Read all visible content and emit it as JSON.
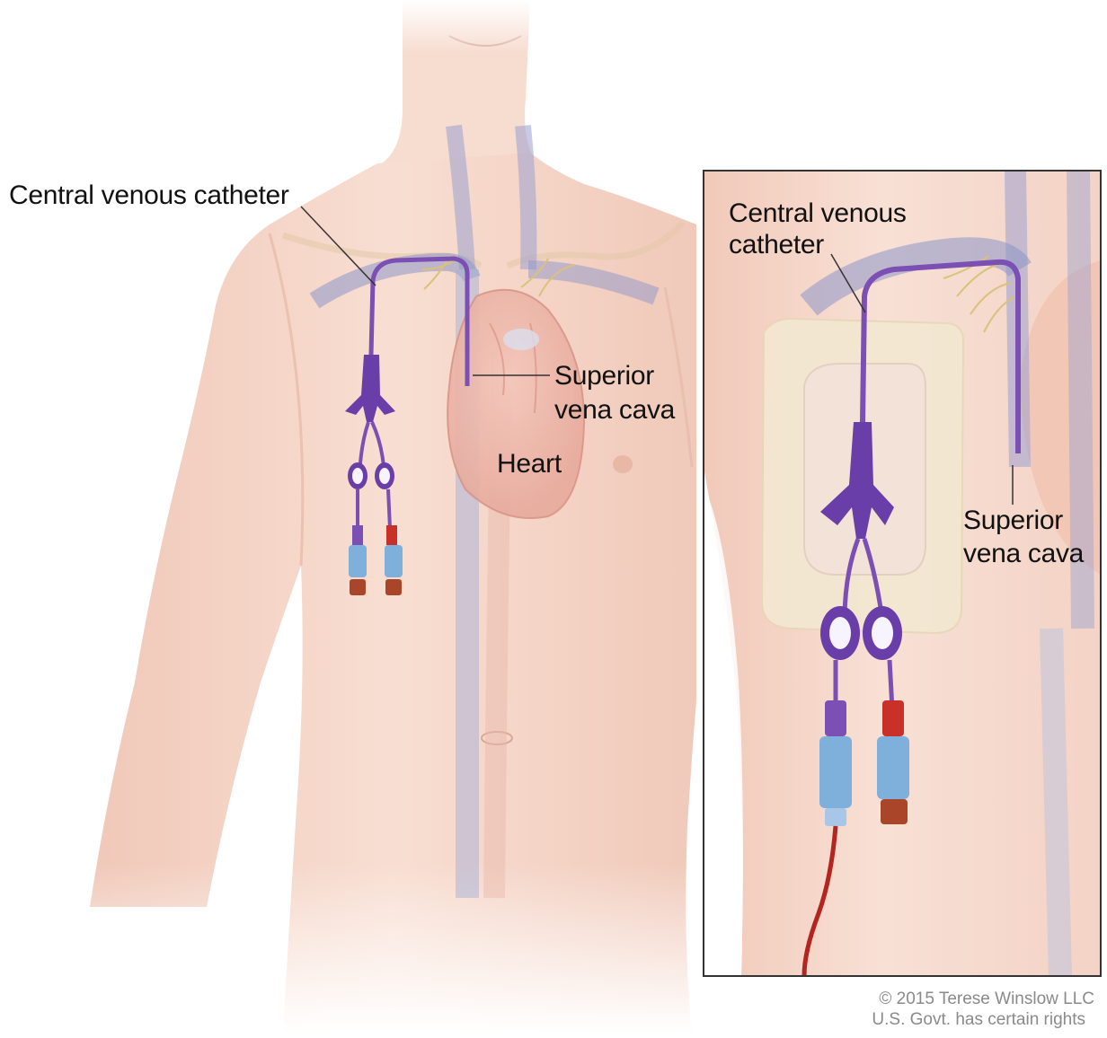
{
  "main_labels": {
    "catheter": "Central venous catheter",
    "svc_line1": "Superior",
    "svc_line2": "vena cava",
    "heart": "Heart"
  },
  "inset_labels": {
    "catheter_line1": "Central venous",
    "catheter_line2": "catheter",
    "svc_line1": "Superior",
    "svc_line2": "vena cava"
  },
  "credit": {
    "line1": "© 2015 Terese Winslow LLC",
    "line2": "U.S. Govt. has certain rights"
  },
  "colors": {
    "skin": "#f6d9cc",
    "skin_shadow": "#e9b9a5",
    "vein": "#8d96c9",
    "catheter": "#7b4fb3",
    "clamp": "#6a3ea8",
    "hub_blue": "#7fb0dc",
    "cap_red": "#c8302a",
    "cap_brown": "#a9462a",
    "dressing": "#f3e8d2",
    "heart": "#e9a59a",
    "nerve": "#d9c27a",
    "blood": "#b5251f"
  }
}
